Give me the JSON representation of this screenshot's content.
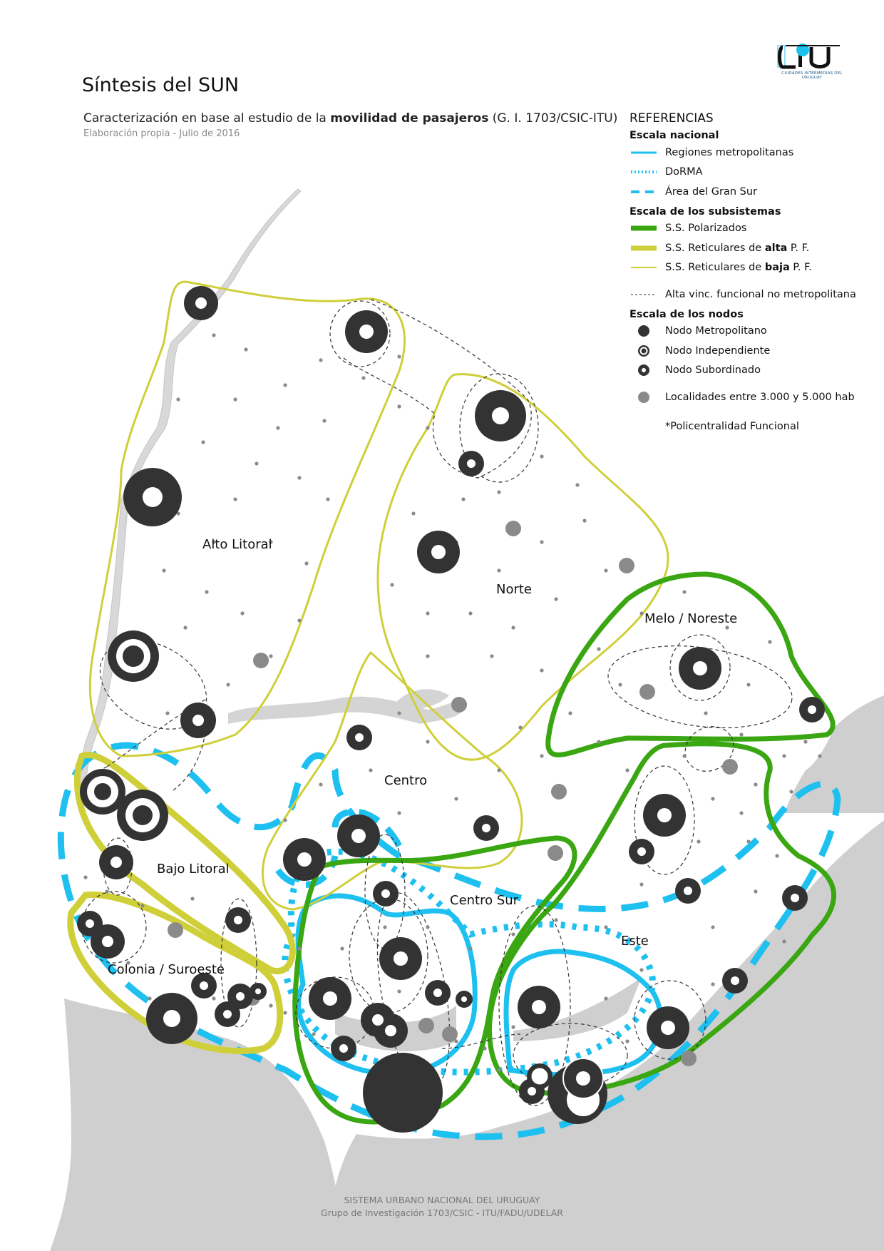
{
  "header": {
    "title": "Síntesis del SUN",
    "subtitle_pre": "Caracterización en base al estudio de la ",
    "subtitle_bold": "movilidad de pasajeros",
    "subtitle_post": " (G. I. 1703/CSIC-ITU)",
    "credit": "Elaboración propia - Julio de 2016"
  },
  "logo": {
    "text": "CIUDADES INTERMEDIAS DEL URUGUAY"
  },
  "legend": {
    "title": "REFERENCIAS",
    "national_heading": "Escala nacional",
    "metro_regions": "Regiones metropolitanas",
    "dorma": "DoRMA",
    "gran_sur": "Área del Gran Sur",
    "subsystems_heading": "Escala de los subsistemas",
    "polarized": "S.S. Polarizados",
    "reticular_high_pre": "S.S. Reticulares de ",
    "reticular_high_bold": "alta",
    "reticular_high_post": " P. F.",
    "reticular_low_pre": "S.S. Reticulares de ",
    "reticular_low_bold": "baja",
    "reticular_low_post": " P. F.",
    "high_functional": "Alta vinc. funcional no metropolitana",
    "nodes_heading": "Escala de los nodos",
    "node_metro": "Nodo Metropolitano",
    "node_independent": "Nodo Independiente",
    "node_subordinate": "Nodo Subordinado",
    "localities": "Localidades entre 3.000 y 5.000 hab",
    "note": "*Policentralidad Funcional"
  },
  "regions": {
    "alto_litoral": "Alto Litoral",
    "norte": "Norte",
    "melo_noreste": "Melo / Noreste",
    "centro": "Centro",
    "bajo_litoral": "Bajo Litoral",
    "centro_sur": "Centro Sur",
    "este": "Este",
    "colonia_suroeste": "Colonia / Suroeste"
  },
  "footer": {
    "line1": "SISTEMA URBANO NACIONAL DEL URUGUAY",
    "line2": "Grupo de Investigación 1703/CSIC - ITU/FADU/UDELAR"
  },
  "colors": {
    "metro_regions": "#1ec0f0",
    "polarized": "#3aa612",
    "reticular": "#cfcf3a",
    "node": "#333333",
    "locality": "#8a8a8a",
    "land_outside": "#cfcfcf"
  }
}
